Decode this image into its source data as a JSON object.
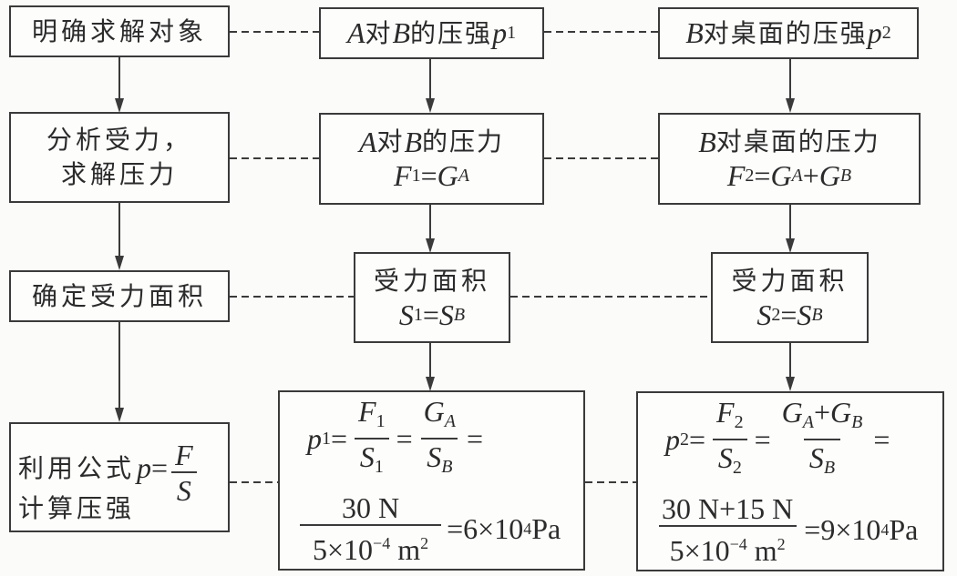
{
  "steps": {
    "col1": [
      {
        "label": "明确求解对象"
      },
      {
        "label_line1": "分析受力，",
        "label_line2": "求解压力"
      },
      {
        "label": "确定受力面积"
      },
      {
        "label_line1": "利用公式",
        "label_line2": "计算压强",
        "formula": "p=F/S",
        "p": "p",
        "eq": "=",
        "num": "F",
        "den": "S"
      }
    ],
    "col2": [
      {
        "label_pre": "A",
        "label_mid": " 对 ",
        "label_b": "B",
        "label_post": " 的压强 ",
        "sym": "p",
        "sub": "1"
      },
      {
        "label_pre": "A",
        "label_mid": " 对 ",
        "label_b": "B",
        "label_post": " 的压力",
        "formula_F": "F",
        "formula_F_sub": "1",
        "formula_eq": "=",
        "formula_G": "G",
        "formula_G_sub": "A"
      },
      {
        "label": "受力面积",
        "S": "S",
        "S_sub": "1",
        "eq": "=",
        "S2": "S",
        "S2_sub": "B"
      },
      {
        "p": "p",
        "p_sub": "1",
        "eq": "=",
        "f1_num": "F",
        "f1_num_sub": "1",
        "f1_den": "S",
        "f1_den_sub": "1",
        "f2_num": "G",
        "f2_num_sub": "A",
        "f2_den": "S",
        "f2_den_sub": "B",
        "eq_end": "=",
        "f3_num": "30 N",
        "f3_den_pre": "5×10",
        "f3_den_exp": "−4",
        "f3_den_unit": " m",
        "f3_den_unit_exp": "2",
        "result_pre": "=6×10",
        "result_exp": "4",
        "result_unit": " Pa"
      }
    ],
    "col3": [
      {
        "label_b": "B",
        "label_post": " 对桌面的压强 ",
        "sym": "p",
        "sub": "2"
      },
      {
        "label_b": "B",
        "label_post": " 对桌面的压力",
        "formula_F": "F",
        "formula_F_sub": "2",
        "formula_eq": "=",
        "formula_G1": "G",
        "formula_G1_sub": "A",
        "plus": "+",
        "formula_G2": "G",
        "formula_G2_sub": "B"
      },
      {
        "label": "受力面积",
        "S": "S",
        "S_sub": "2",
        "eq": "=",
        "S2": "S",
        "S2_sub": "B"
      },
      {
        "p": "p",
        "p_sub": "2",
        "eq": "=",
        "f1_num": "F",
        "f1_num_sub": "2",
        "f1_den": "S",
        "f1_den_sub": "2",
        "f2_num_G1": "G",
        "f2_num_G1_sub": "A",
        "f2_plus": "+",
        "f2_num_G2": "G",
        "f2_num_G2_sub": "B",
        "f2_den": "S",
        "f2_den_sub": "B",
        "eq_end": "=",
        "f3_num": "30 N+15 N",
        "f3_den_pre": "5×10",
        "f3_den_exp": "−4",
        "f3_den_unit": " m",
        "f3_den_unit_exp": "2",
        "result_pre": "=9×10",
        "result_exp": "4",
        "result_unit": " Pa"
      }
    ]
  },
  "colors": {
    "line": "#3a3a3a",
    "background": "#fbfbfa"
  }
}
